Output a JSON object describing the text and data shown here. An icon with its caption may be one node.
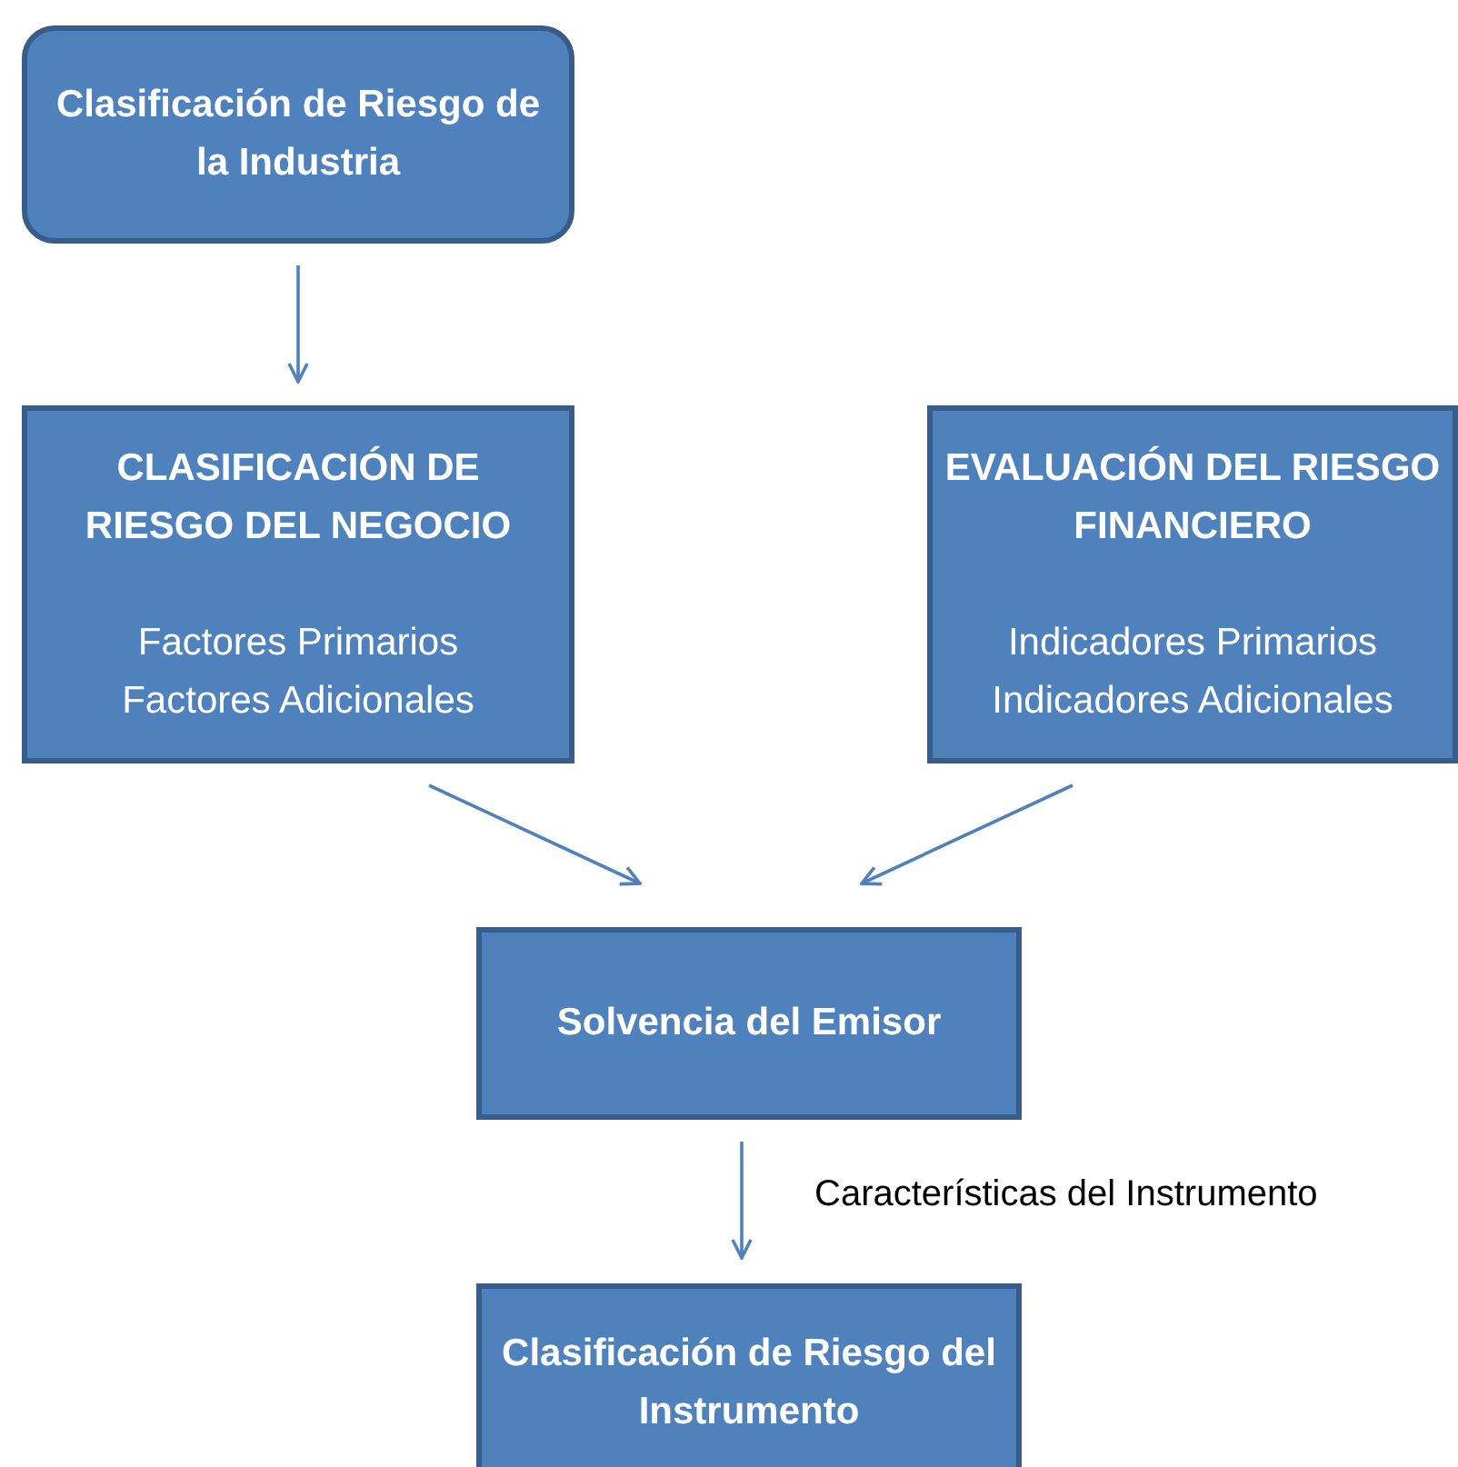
{
  "diagram": {
    "nodes": [
      {
        "text": [
          "Clasificación de Riesgo de la Industria"
        ]
      },
      {
        "text": [
          "CLASIFICACIÓN DE RIESGO DEL NEGOCIO",
          "Factores Primarios",
          "Factores Adicionales"
        ]
      },
      {
        "text": [
          "EVALUACIÓN DEL RIESGO FINANCIERO",
          "Indicadores Primarios",
          "Indicadores Adicionales"
        ]
      },
      {
        "text": [
          "Solvencia del Emisor"
        ]
      },
      {
        "text": [
          "Clasificación de Riesgo del Instrumento"
        ]
      }
    ],
    "edges": [
      {
        "from": 0,
        "to": 1,
        "arrow": "to"
      },
      {
        "from": 1,
        "to": 3,
        "arrow": "to"
      },
      {
        "from": 2,
        "to": 3,
        "arrow": "to"
      },
      {
        "from": 3,
        "to": 4,
        "arrow": "to",
        "label": "Características del Instrumento"
      }
    ]
  }
}
